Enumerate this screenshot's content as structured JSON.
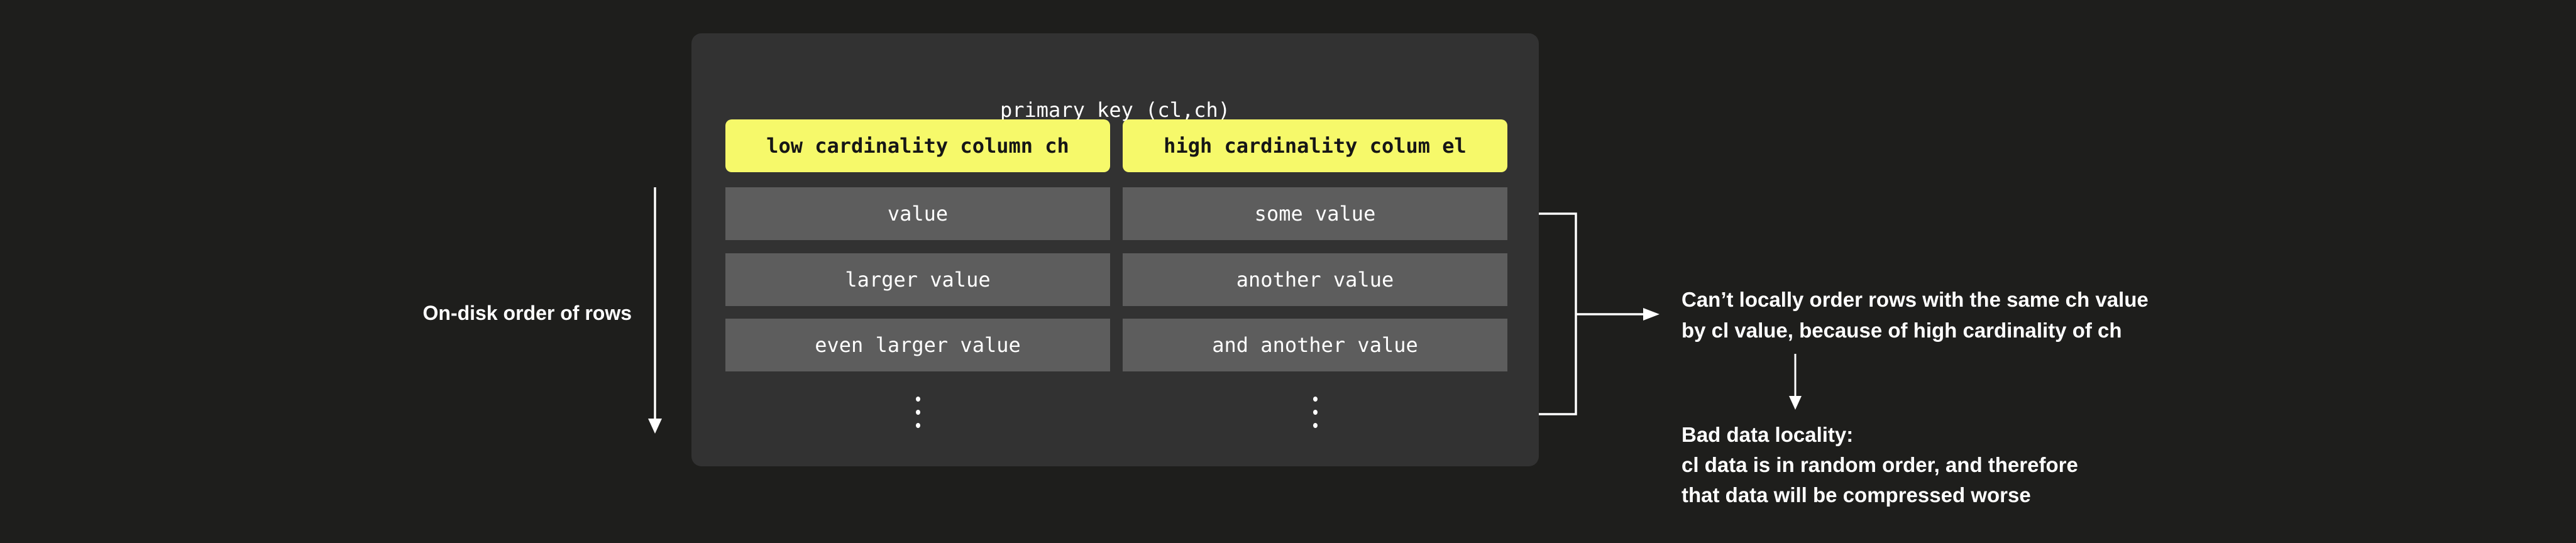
{
  "panel": {
    "title": "primary key (cl,ch)",
    "columns": [
      {
        "header": "low cardinality column ch",
        "values": [
          "value",
          "larger value",
          "even larger value"
        ],
        "ellipsis": "⋮"
      },
      {
        "header": "high cardinality colum el",
        "values": [
          "some value",
          "another value",
          "and another value"
        ],
        "ellipsis": "⋮"
      }
    ]
  },
  "left_label": "On-disk order of rows",
  "annotations": {
    "note1_line1": "Can’t locally order rows with the same ch value",
    "note1_line2": "by cl value, because of high cardinality of ch",
    "note2_line1": "Bad data locality:",
    "note2_line2": "cl data is in random order, and therefore",
    "note2_line3": "that data will be compressed worse"
  },
  "colors": {
    "background": "#1e1e1c",
    "panel_bg": "#323232",
    "header_yellow": "#f6f96a",
    "row_gray": "#5d5d5d",
    "line_white": "#ffffff"
  }
}
